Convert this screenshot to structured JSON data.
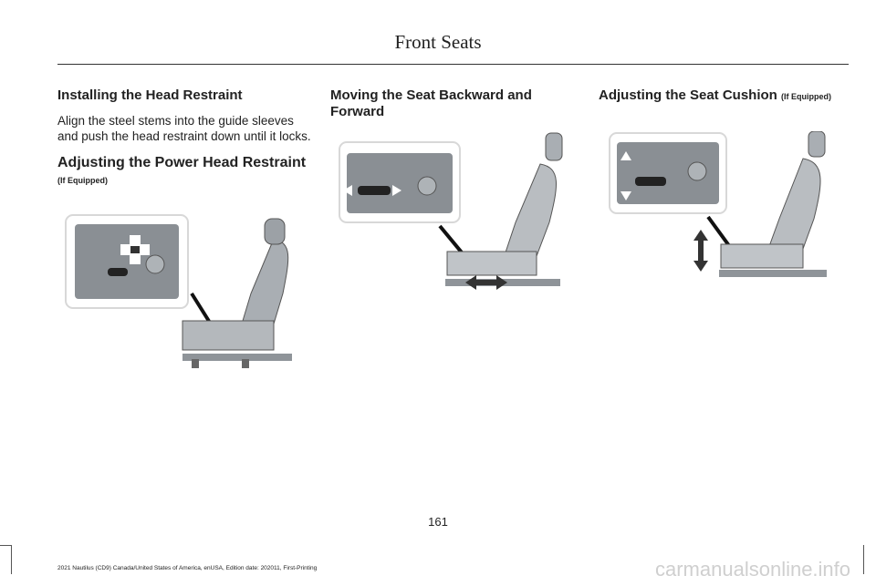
{
  "header": {
    "title": "Front Seats"
  },
  "col1": {
    "install_heading": "Installing the Head Restraint",
    "install_body": "Align the steel stems into the guide sleeves and push the head restraint down until it locks.",
    "power_heading": "Adjusting the Power Head Restraint",
    "power_heading_suffix": "(If Equipped)"
  },
  "col2": {
    "heading": "Moving the Seat Backward and Forward"
  },
  "col3": {
    "heading": "Adjusting the Seat Cushion",
    "heading_suffix": "(If Equipped)"
  },
  "footer": {
    "page_number": "161",
    "edition": "2021 Nautilus (CD9) Canada/United States of America, enUSA, Edition date: 202011, First-Printing",
    "watermark": "carmanualsonline.info"
  }
}
